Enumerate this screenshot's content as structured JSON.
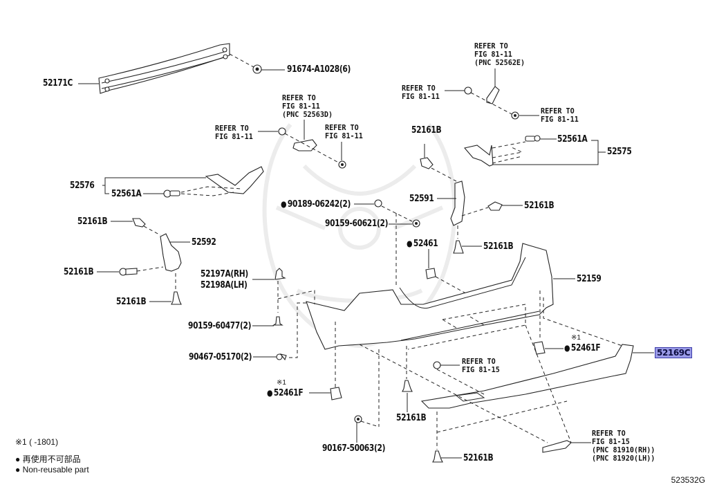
{
  "diagram": {
    "title_code": "523532G",
    "highlight_color": "#9a9be8",
    "labels": {
      "reinforcement": "52171C",
      "reinforcement_bolt": "91674-A1028(6)",
      "side_retainer_rh_assy": "52575",
      "side_retainer_lh_assy": "52576",
      "retainer_bolt_rh": "52561A",
      "retainer_bolt_lh": "52561A",
      "clip_upper_rh": "52161B",
      "clip_mid_rh": "52161B",
      "clip_low_rh": "52161B",
      "clip_upper_lh": "52161B",
      "clip_mid_lh": "52161B",
      "clip_low_lh": "52161B",
      "clip_bottom_center": "52161B",
      "clip_bottom_right": "52161B",
      "bracket_rh": "52591",
      "bracket_lh": "52592",
      "screw_1": "90189-06242(2)",
      "screw_2": "90159-60621(2)",
      "cover_52461": "52461",
      "bumper_cover": "52159",
      "retainer_rh": "52197A(RH)",
      "retainer_lh": "52198A(LH)",
      "screw_3": "90159-60477(2)",
      "nut_1": "90467-05170(2)",
      "cap_lh": "52461F",
      "cap_rh": "52461F",
      "cap_note": "※1",
      "cap_note_rh": "※1",
      "screw_4": "90167-50063(2)",
      "lower_spoiler": "52169C"
    },
    "refer_notes": {
      "top_center_main": "REFER TO\nFIG 81-11\n(PNC 52563D)",
      "top_center_left": "REFER TO\nFIG 81-11",
      "top_center_right": "REFER TO\nFIG 81-11",
      "top_right_main": "REFER TO\nFIG 81-11\n(PNC 52562E)",
      "top_right_left": "REFER TO\nFIG 81-11",
      "top_right_right": "REFER TO\nFIG 81-11",
      "lower_clip": "REFER TO\nFIG 81-15",
      "reflector": "REFER TO\nFIG 81-15\n(PNC 81910(RH))\n(PNC 81920(LH))"
    },
    "legend": {
      "note_1": "※1 (      -1801)",
      "non_reusable_jp": "再使用不可部品",
      "non_reusable_en": "Non-reusable part"
    }
  }
}
